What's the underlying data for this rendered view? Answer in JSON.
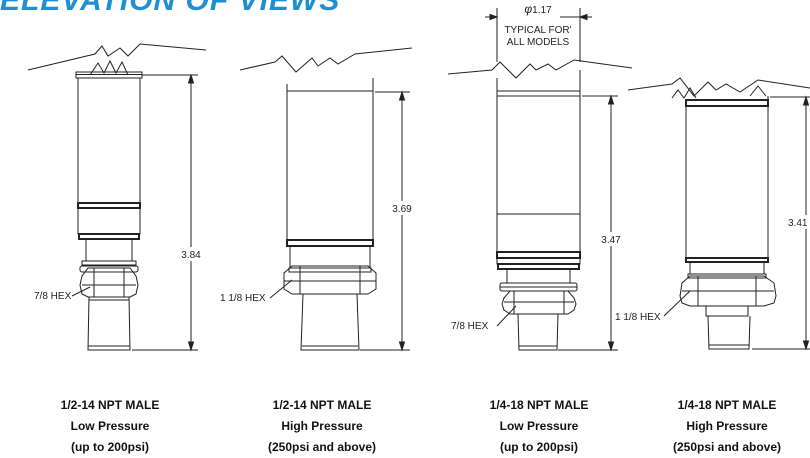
{
  "heading": "ELEVATION OF VIEWS",
  "diameter_note": {
    "symbol": "φ",
    "value": "1.17",
    "line1": "TYPICAL FOR'",
    "line2": "ALL MODELS"
  },
  "models": [
    {
      "height": "3.84",
      "hex": "7/8 HEX",
      "caption": [
        "1/2-14 NPT MALE",
        "Low Pressure",
        "(up to 200psi)"
      ]
    },
    {
      "height": "3.69",
      "hex": "1 1/8 HEX",
      "caption": [
        "1/2-14 NPT MALE",
        "High Pressure",
        "(250psi and above)"
      ]
    },
    {
      "height": "3.47",
      "hex": "7/8 HEX",
      "caption": [
        "1/4-18 NPT MALE",
        "Low Pressure",
        "(up to 200psi)"
      ]
    },
    {
      "height": "3.41",
      "hex": "1 1/8 HEX",
      "caption": [
        "1/4-18 NPT MALE",
        "High Pressure",
        "(250psi and above)"
      ]
    }
  ],
  "colors": {
    "heading": "#1e8fd0",
    "line": "#222222"
  }
}
